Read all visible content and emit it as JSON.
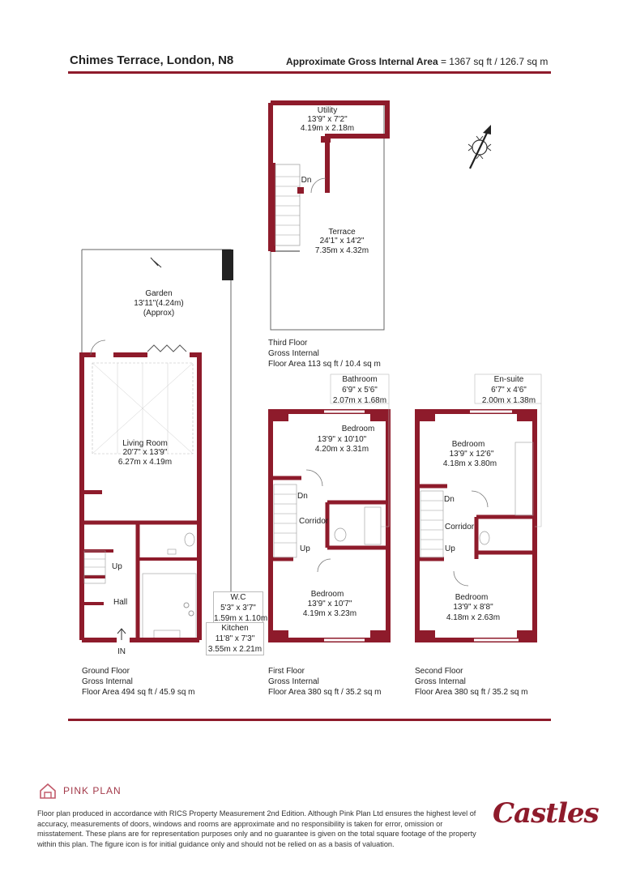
{
  "header": {
    "address": "Chimes Terrace, London, N8",
    "area_label": "Approximate Gross Internal Area",
    "area_value": "= 1367 sq ft / 126.7 sq m"
  },
  "compass": {
    "label": "N"
  },
  "rooms": {
    "utility": {
      "name": "Utility",
      "imperial": "13'9\" x 7'2\"",
      "metric": "4.19m x 2.18m"
    },
    "terrace": {
      "name": "Terrace",
      "imperial": "24'1\" x 14'2\"",
      "metric": "7.35m x 4.32m"
    },
    "garden": {
      "name": "Garden",
      "imperial": "13'11\"(4.24m)",
      "note": "(Approx)"
    },
    "living": {
      "name": "Living Room",
      "imperial": "20'7\" x 13'9\"",
      "metric": "6.27m x 4.19m"
    },
    "wc": {
      "name": "W.C",
      "imperial": "5'3\" x 3'7\"",
      "metric": "1.59m x 1.10m"
    },
    "kitchen": {
      "name": "Kitchen",
      "imperial": "11'8\" x 7'3\"",
      "metric": "3.55m x 2.21m"
    },
    "hall": {
      "name": "Hall"
    },
    "bathroom": {
      "name": "Bathroom",
      "imperial": "6'9\" x 5'6\"",
      "metric": "2.07m x 1.68m"
    },
    "bed1_top": {
      "name": "Bedroom",
      "imperial": "13'9\" x 10'10\"",
      "metric": "4.20m x 3.31m"
    },
    "bed1_bottom": {
      "name": "Bedroom",
      "imperial": "13'9\" x 10'7\"",
      "metric": "4.19m x 3.23m"
    },
    "ensuite": {
      "name": "En-suite",
      "imperial": "6'7\" x 4'6\"",
      "metric": "2.00m x 1.38m"
    },
    "bed2_top": {
      "name": "Bedroom",
      "imperial": "13'9\" x 12'6\"",
      "metric": "4.18m x 3.80m"
    },
    "bed2_bottom": {
      "name": "Bedroom",
      "imperial": "13'9\" x 8'8\"",
      "metric": "4.18m x 2.63m"
    }
  },
  "marks": {
    "dn": "Dn",
    "up": "Up",
    "corridor": "Corridor",
    "in": "IN"
  },
  "floors": {
    "third": {
      "name": "Third Floor",
      "gross": "Gross Internal",
      "area": "Floor Area 113 sq ft / 10.4 sq m"
    },
    "ground": {
      "name": "Ground Floor",
      "gross": "Gross Internal",
      "area": "Floor Area 494 sq ft / 45.9 sq m"
    },
    "first": {
      "name": "First Floor",
      "gross": "Gross Internal",
      "area": "Floor Area 380 sq ft / 35.2 sq m"
    },
    "second": {
      "name": "Second Floor",
      "gross": "Gross Internal",
      "area": "Floor Area 380 sq ft / 35.2 sq m"
    }
  },
  "footer": {
    "brand": "PINK PLAN",
    "disclaimer": "Floor plan produced in accordance with RICS Property Measurement 2nd Edition. Although Pink Plan Ltd ensures the highest level of accuracy, measurements of doors, windows and rooms are approximate and no responsibility is taken for error, omission or misstatement. These plans are for representation purposes only and no guarantee is given on the total square footage of the property within this plan. The figure icon is for initial guidance only and should not be relied on as a basis of valuation.",
    "agent": "Castles"
  },
  "colors": {
    "wall": "#8e1b2b",
    "accent_pink": "#a33a4a"
  }
}
